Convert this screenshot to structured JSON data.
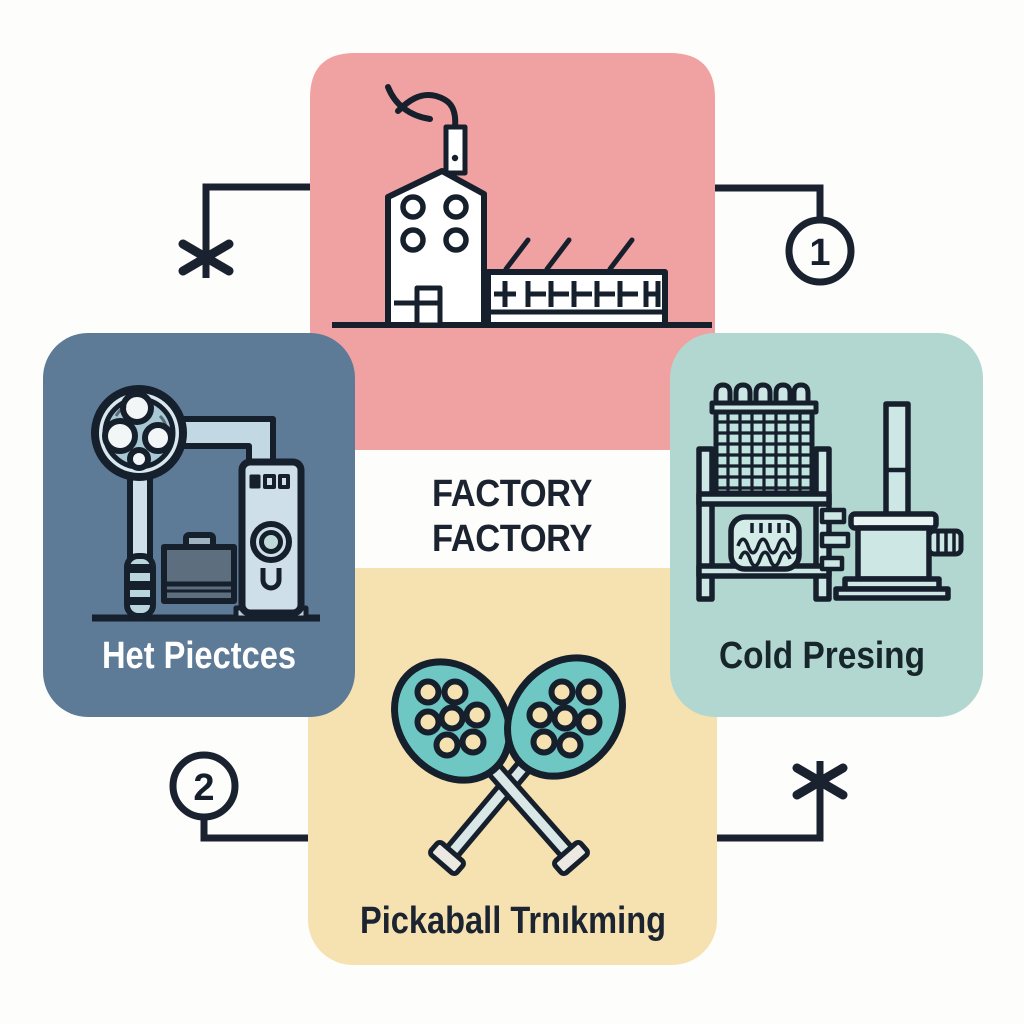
{
  "title": {
    "line1": "FACTORY",
    "line2": "FACTORY"
  },
  "panels": {
    "top": {
      "id": "factory",
      "color": "#f0a1a1",
      "icon": "factory-icon"
    },
    "left": {
      "id": "heat",
      "color": "#5d7a96",
      "label": "Het Piectces",
      "label_color": "#ffffff",
      "icon": "heat-machine-icon"
    },
    "right": {
      "id": "cold",
      "color": "#b2d7d0",
      "label": "Cold Presing",
      "label_color": "#17262b",
      "icon": "cold-press-machine-icon"
    },
    "bottom": {
      "id": "pickleball",
      "color": "#f6e2b1",
      "label": "Pickaball Trnıkming",
      "label_color": "#1b2430",
      "icon": "pickleball-paddles-icon"
    }
  },
  "steps": {
    "step1": "1",
    "step2": "2"
  },
  "markers": {
    "asterisk": "✳"
  },
  "palette": {
    "background": "#fdfdfb",
    "ink": "#161f2c",
    "paddle_teal": "#6fc7c4",
    "machine_light_blue": "#cfe0ea",
    "machine_light_teal": "#cde8e4",
    "white": "#ffffff"
  }
}
